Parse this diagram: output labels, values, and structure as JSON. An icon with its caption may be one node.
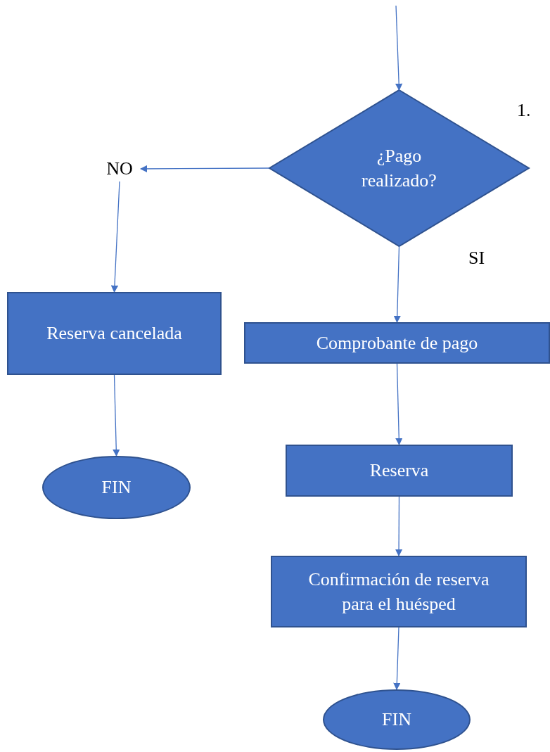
{
  "diagram": {
    "nodes": [
      {
        "text": [
          "¿Pago realizado?"
        ]
      },
      {
        "text": [
          "NO"
        ]
      },
      {
        "text": [
          "Reserva cancelada"
        ]
      },
      {
        "text": [
          "FIN"
        ]
      },
      {
        "text": [
          "Comprobante de pago"
        ]
      },
      {
        "text": [
          "Reserva"
        ]
      },
      {
        "text": [
          "Confirmación de reserva para el huésped"
        ]
      },
      {
        "text": [
          "FIN"
        ]
      }
    ],
    "edges": [
      {
        "from": null,
        "to": 0,
        "arrow": "to"
      },
      {
        "from": 0,
        "to": 1,
        "arrow": "to"
      },
      {
        "from": 1,
        "to": 2,
        "arrow": "to"
      },
      {
        "from": 2,
        "to": 3,
        "arrow": "to"
      },
      {
        "from": 0,
        "to": 4,
        "arrow": "to",
        "label": "SI"
      },
      {
        "from": 4,
        "to": 5,
        "arrow": "to"
      },
      {
        "from": 5,
        "to": 6,
        "arrow": "to"
      },
      {
        "from": 6,
        "to": 7,
        "arrow": "to"
      }
    ],
    "labels": [
      "1."
    ]
  }
}
